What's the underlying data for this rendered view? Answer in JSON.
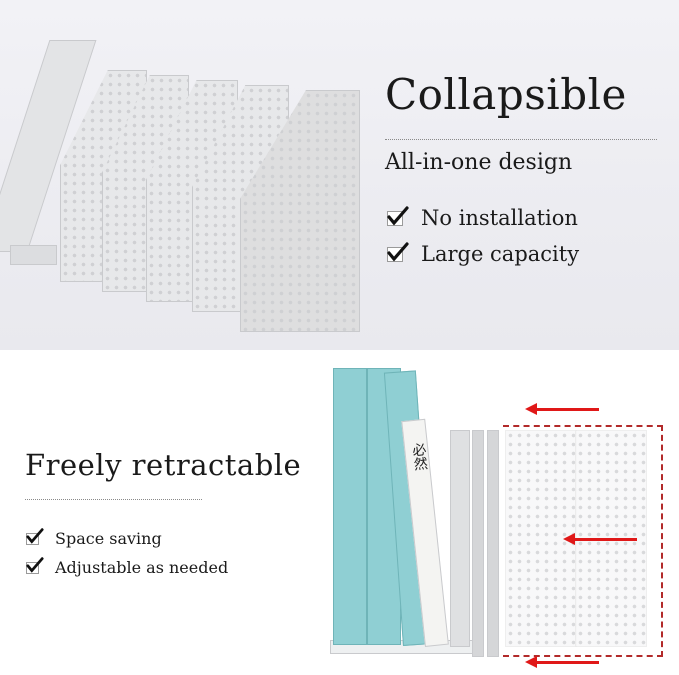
{
  "top": {
    "title": "Collapsible",
    "subtitle": "All-in-one design",
    "features": [
      {
        "label": "No installation",
        "icon": "checkbox-checked-icon"
      },
      {
        "label": "Large capacity",
        "icon": "checkbox-checked-icon"
      }
    ]
  },
  "bottom": {
    "title": "Freely retractable",
    "features": [
      {
        "label": "Space saving",
        "icon": "checkbox-checked-icon"
      },
      {
        "label": "Adjustable as needed",
        "icon": "checkbox-checked-icon"
      }
    ],
    "book_spine_text": "必然"
  },
  "colors": {
    "top_bg": "#eeeef3",
    "text": "#1a1a1a",
    "binder": "#8fcfd3",
    "arrow": "#e01818",
    "organizer": "#e7e8ea"
  }
}
